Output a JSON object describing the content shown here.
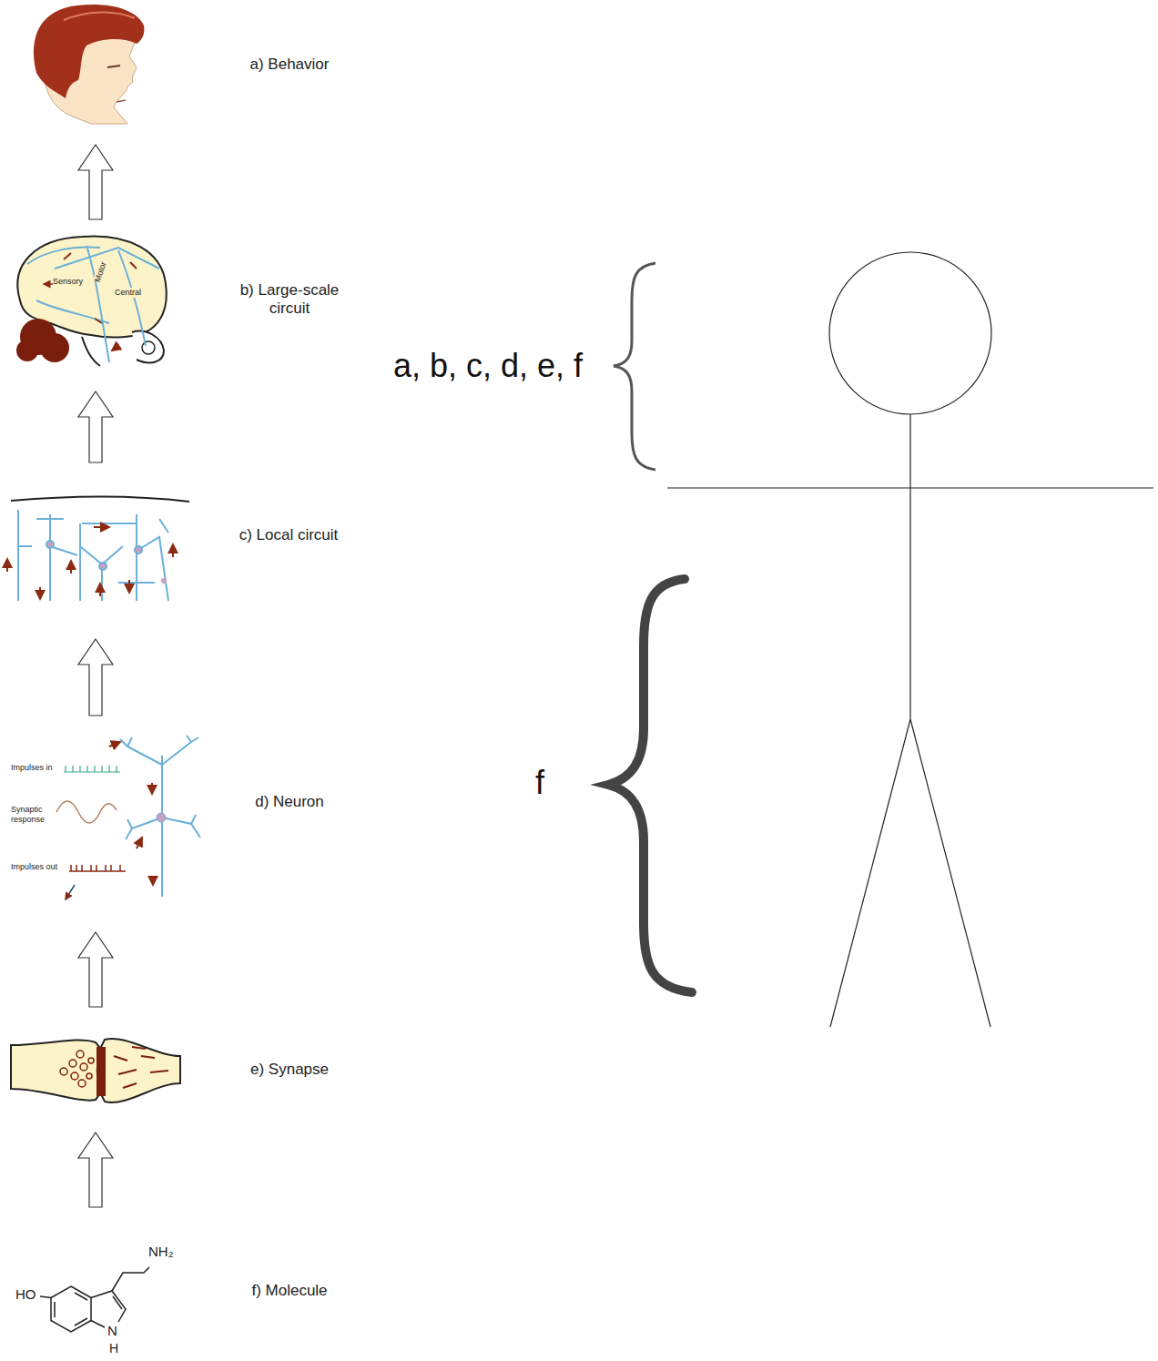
{
  "diagram": {
    "nodes": [
      {
        "text": [
          "a) Behavior"
        ]
      },
      {
        "text": [
          "b) Large-scale circuit",
          "Sensory",
          "Motor",
          "Central"
        ]
      },
      {
        "text": [
          "c) Local circuit"
        ]
      },
      {
        "text": [
          "d) Neuron",
          "Impulses in",
          "Synaptic response",
          "Impulses out"
        ]
      },
      {
        "text": [
          "e) Synapse"
        ]
      },
      {
        "text": [
          "f) Molecule",
          "HO",
          "NH₂",
          "N",
          "H"
        ]
      }
    ],
    "edges": [
      {
        "from": 5,
        "to": 4,
        "arrow": "to"
      },
      {
        "from": 4,
        "to": 3,
        "arrow": "to"
      },
      {
        "from": 3,
        "to": 2,
        "arrow": "to"
      },
      {
        "from": 2,
        "to": 1,
        "arrow": "to"
      },
      {
        "from": 1,
        "to": 0,
        "arrow": "to"
      }
    ],
    "labels": [
      "a, b, c, d, e, f",
      "f"
    ]
  }
}
